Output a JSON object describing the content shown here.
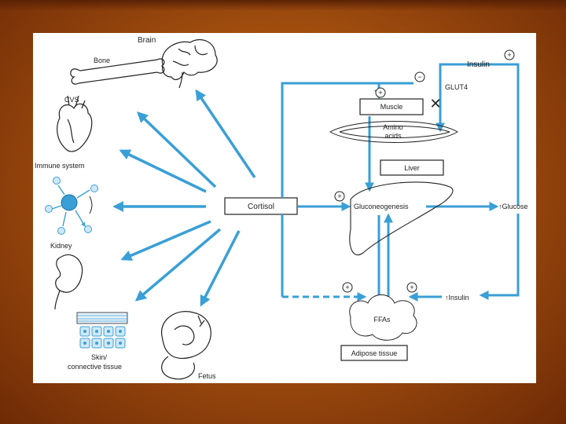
{
  "labels": {
    "brain": "Brain",
    "bone": "Bone",
    "cvs": "CVS",
    "immune": "Immune system",
    "kidney": "Kidney",
    "skin_line1": "Skin/",
    "skin_line2": "connective tissue",
    "fetus": "Fetus",
    "cortisol": "Cortisol",
    "insulin_top": "Insulin",
    "glut4": "GLUT4",
    "muscle": "Muscle",
    "amino_line1": "Amino",
    "amino_line2": "acids",
    "liver": "Liver",
    "gluconeogenesis": "Gluconeogenesis",
    "glucose": "↑Glucose",
    "insulin_bottom": "↑Insulin",
    "ffas": "FFAs",
    "adipose": "Adipose tissue"
  },
  "signs": {
    "plus": "+",
    "minus": "−",
    "block": "✕"
  },
  "colors": {
    "arrow": "#3a9fd6",
    "frame": "#ffffff",
    "background": "#a4500f"
  }
}
